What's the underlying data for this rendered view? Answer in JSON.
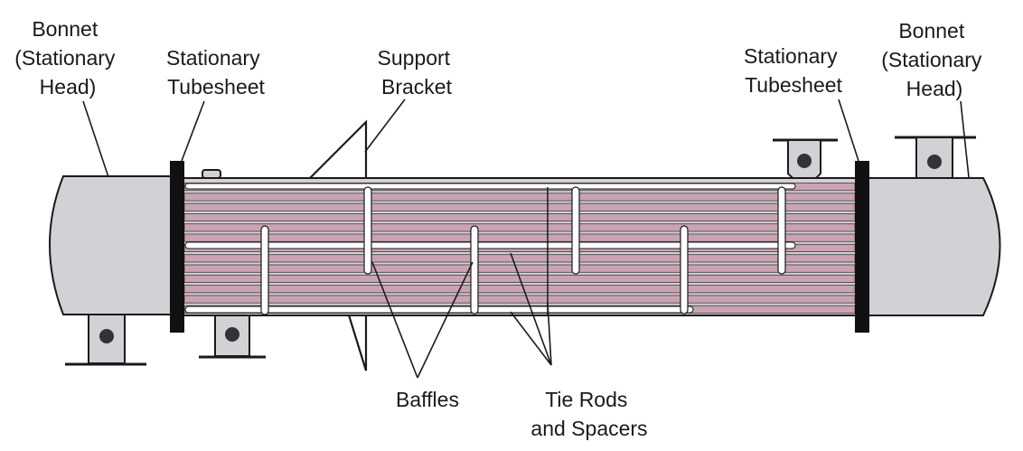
{
  "labels": {
    "bonnet_left": [
      "Bonnet",
      "(Stationary",
      "Head)"
    ],
    "tubesheet_left": [
      "Stationary",
      "Tubesheet"
    ],
    "support_bracket": [
      "Support",
      "Bracket"
    ],
    "tubesheet_right": [
      "Stationary",
      "Tubesheet"
    ],
    "bonnet_right": [
      "Bonnet",
      "(Stationary",
      "Head)"
    ],
    "baffles": [
      "Baffles"
    ],
    "tie_rods": [
      "Tie Rods",
      "and Spacers"
    ]
  },
  "colors": {
    "shell": "#d3d0d6",
    "tube": "#c9a3b4",
    "tube_gap": "#ffffff",
    "tubesheet": "#111111",
    "outline": "#1a1a1a"
  }
}
